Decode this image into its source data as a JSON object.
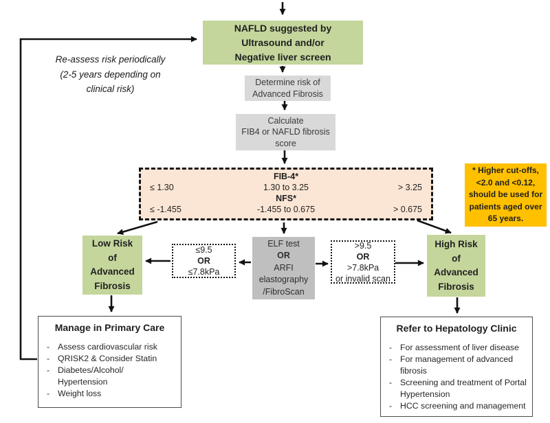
{
  "diagram": {
    "nafld": {
      "lines": [
        "NAFLD suggested by",
        "Ultrasound and/or",
        "Negative liver screen"
      ]
    },
    "reassess": {
      "lines": [
        "Re-assess risk periodically",
        "(2-5 years depending on",
        "clinical risk)"
      ]
    },
    "determine": {
      "lines": [
        "Determine risk of",
        "Advanced Fibrosis"
      ]
    },
    "calculate": {
      "lines": [
        "Calculate",
        "FIB4 or NAFLD fibrosis",
        "score"
      ]
    },
    "cutoffs": {
      "fib4_label": "FIB-4*",
      "fib4": {
        "low": "≤ 1.30",
        "mid": "1.30 to 3.25",
        "high": "> 3.25"
      },
      "nfs_label": "NFS*",
      "nfs": {
        "low": "≤ -1.455",
        "mid": "-1.455 to 0.675",
        "high": "> 0.675"
      }
    },
    "age_note": {
      "lines": [
        "* Higher cut-offs,",
        "<2.0 and <0.12,",
        "should be used for",
        "patients aged over",
        "65 years."
      ]
    },
    "low_risk": {
      "lines": [
        "Low Risk",
        "of",
        "Advanced",
        "Fibrosis"
      ]
    },
    "low_cutoff": {
      "lines": [
        "≤9.5",
        "OR",
        "≤7.8kPa"
      ]
    },
    "elf": {
      "lines": [
        "ELF test",
        "OR",
        "ARFI",
        "elastography",
        "/FibroScan"
      ]
    },
    "high_cutoff": {
      "lines": [
        ">9.5",
        "OR",
        ">7.8kPa",
        "or invalid scan"
      ]
    },
    "high_risk": {
      "lines": [
        "High Risk",
        "of",
        "Advanced",
        "Fibrosis"
      ]
    },
    "primary_care": {
      "title": "Manage in Primary Care",
      "bullet_marker": "-",
      "bullets": [
        "Assess cardiovascular risk",
        "QRISK2 & Consider Statin",
        "Diabetes/Alcohol/ Hypertension",
        "Weight loss"
      ]
    },
    "hepatology": {
      "title": "Refer to Hepatology Clinic",
      "bullet_marker": "-",
      "bullets": [
        "For assessment of liver disease",
        "For management of advanced fibrosis",
        "Screening and treatment of Portal Hypertension",
        "HCC screening and management"
      ]
    }
  },
  "colors": {
    "green": "#c4d69c",
    "light_gray": "#d9d9d9",
    "dark_gray": "#bfbfbf",
    "peach": "#fbe6d5",
    "amber": "#ffc000",
    "ink": "#1f1f1f"
  }
}
